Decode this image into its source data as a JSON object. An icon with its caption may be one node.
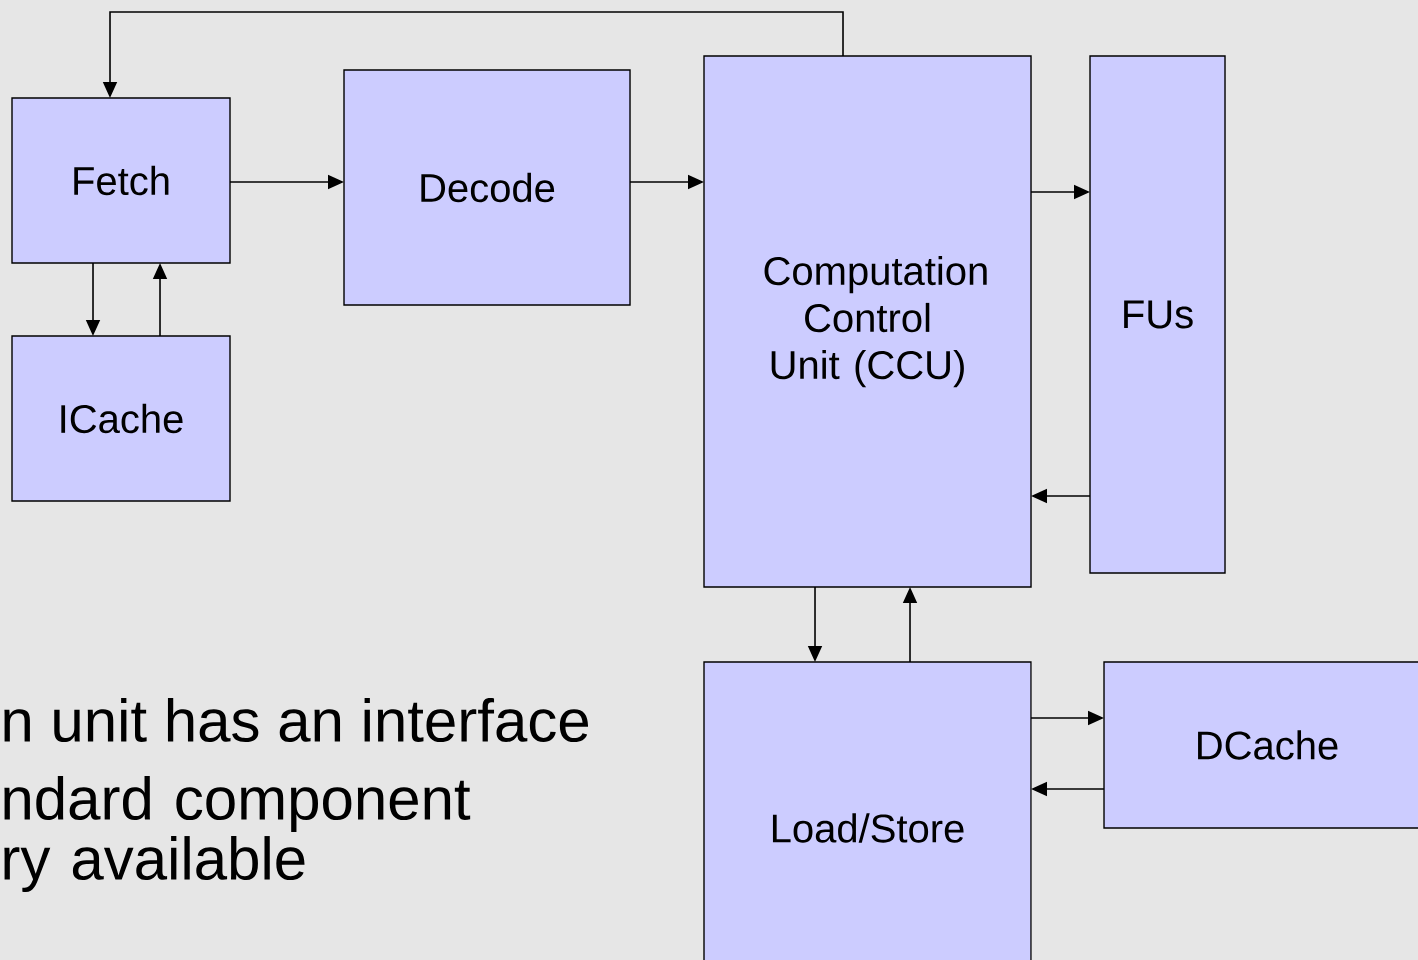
{
  "diagram": {
    "nodes": [
      {
        "text": [
          "Fetch"
        ]
      },
      {
        "text": [
          "Decode"
        ]
      },
      {
        "text": [
          "Computation Control Unit (CCU)"
        ]
      },
      {
        "text": [
          "FUs"
        ]
      },
      {
        "text": [
          "ICache"
        ]
      },
      {
        "text": [
          "Load/Store"
        ]
      },
      {
        "text": [
          "DCache"
        ]
      }
    ],
    "edges": [
      {
        "from": 2,
        "to": 0,
        "arrow": "to"
      },
      {
        "from": 0,
        "to": 1,
        "arrow": "to"
      },
      {
        "from": 1,
        "to": 2,
        "arrow": "to"
      },
      {
        "from": 0,
        "to": 4,
        "arrow": "to"
      },
      {
        "from": 4,
        "to": 0,
        "arrow": "to"
      },
      {
        "from": 2,
        "to": 3,
        "arrow": "to"
      },
      {
        "from": 3,
        "to": 2,
        "arrow": "to"
      },
      {
        "from": 2,
        "to": 5,
        "arrow": "to"
      },
      {
        "from": 5,
        "to": 2,
        "arrow": "to"
      },
      {
        "from": 5,
        "to": 6,
        "arrow": "to"
      },
      {
        "from": 6,
        "to": 5,
        "arrow": "to"
      }
    ],
    "labels": [
      "n unit has an interface",
      "ndard component ry available"
    ]
  }
}
